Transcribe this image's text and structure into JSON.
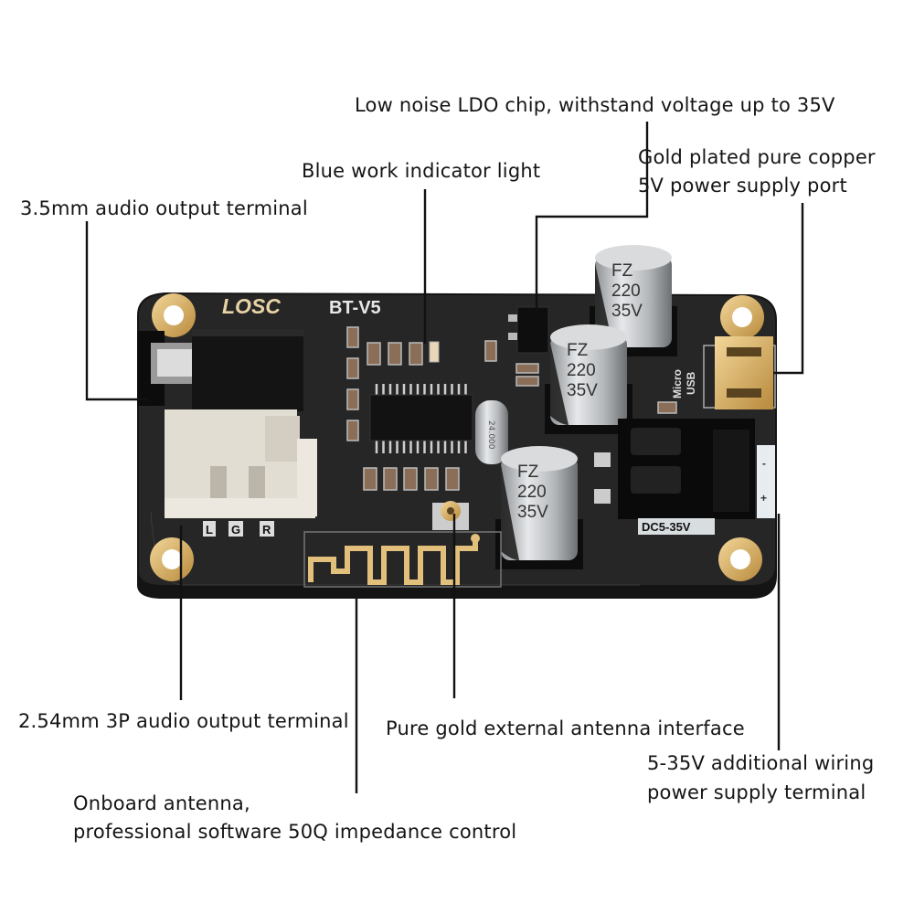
{
  "labels": {
    "ldo_chip": "Low noise LDO chip, withstand voltage up to 35V",
    "blue_indicator": "Blue work indicator light",
    "gold_port_line1": "Gold plated pure copper",
    "gold_port_line2": "5V power supply port",
    "audio_35mm": "3.5mm audio output terminal",
    "audio_254mm": "2.54mm 3P audio output terminal",
    "ext_antenna": "Pure gold external antenna interface",
    "wiring_line1": "5-35V additional wiring",
    "wiring_line2": "power supply terminal",
    "onboard_line1": "Onboard antenna,",
    "onboard_line2": "professional software 50Q impedance control"
  },
  "board": {
    "logo": "LOSC",
    "model": "BT-V5",
    "cap_line1": "FZ",
    "cap_line2": "220",
    "cap_line3": "35V",
    "usb_line1": "Micro",
    "usb_line2": "USB",
    "dc_label": "DC5-35V",
    "pin_l": "L",
    "pin_g": "G",
    "pin_r": "R",
    "minus": "-",
    "plus": "+",
    "crystal": "24.000"
  },
  "colors": {
    "pcb": "#1f1f1f",
    "gold": "#d8b26a",
    "capacitor": "#b9bcbf",
    "connector": "#e2ddd3",
    "leader_line": "#111111"
  }
}
